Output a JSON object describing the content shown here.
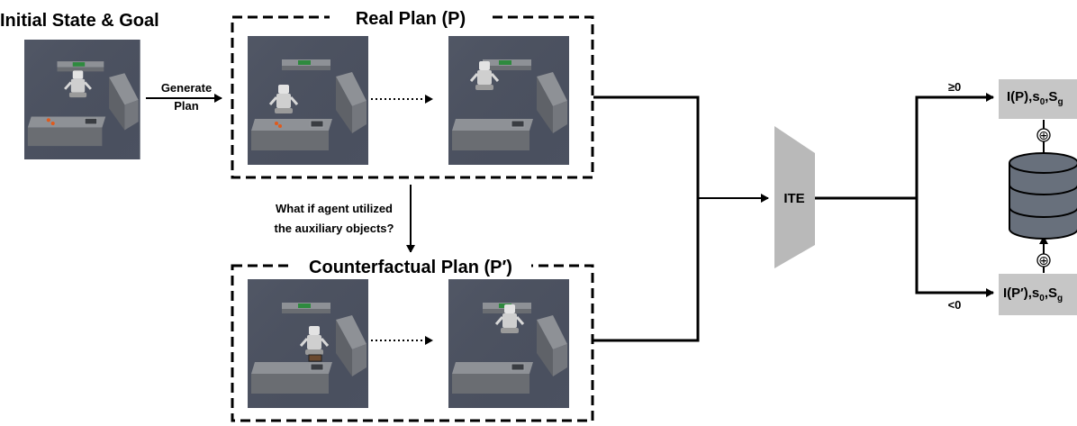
{
  "initial_title": "Initial State & Goal",
  "generate_edge": {
    "line1": "Generate",
    "line2": "Plan"
  },
  "real_plan": {
    "title": "Real Plan (P)"
  },
  "counterfactual_question": {
    "line1": "What if agent utilized",
    "line2": "the auxiliary objects?"
  },
  "counterfactual_plan": {
    "title": "Counterfactual Plan (P′)"
  },
  "ite_label": "ITE",
  "branch_high": {
    "label": "≥0",
    "box": {
      "main": "I(P),s",
      "sub1": "0",
      "mid": ",S",
      "sub2": "g"
    }
  },
  "branch_low": {
    "label": "<0",
    "box": {
      "main": "I(P′),s",
      "sub1": "0",
      "mid": ",S",
      "sub2": "g"
    }
  },
  "plus_symbol": "⊕",
  "colors": {
    "scene_bg": "#4b5160",
    "table_top": "#8d9095",
    "table_side": "#6a6d72",
    "ite_fill": "#b9b9b9",
    "box_fill": "#c6c6c6",
    "db_fill": "#68707c"
  }
}
